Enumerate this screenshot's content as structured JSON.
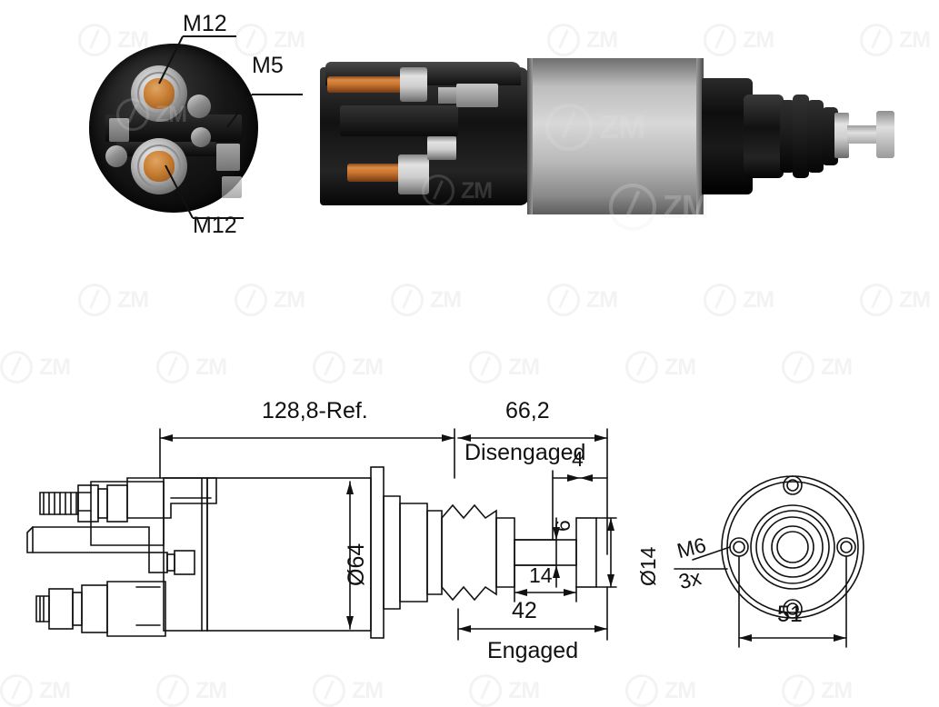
{
  "product": {
    "type": "starter-solenoid",
    "brand_watermark": "ZM"
  },
  "photo_labels": {
    "terminal_top": "M12",
    "terminal_bottom": "M12",
    "terminal_small": "M5"
  },
  "drawing": {
    "overall_length": "128,8-Ref.",
    "stroke_disengaged_value": "66,2",
    "stroke_disengaged_label": "Disengaged",
    "stroke_engaged_value": "42",
    "stroke_engaged_label": "Engaged",
    "body_diameter": "Ø64",
    "plunger_offset": "4",
    "shaft_height": "6",
    "shaft_length": "14",
    "end_diameter": "Ø14",
    "mount_thread": "M6",
    "mount_count": "3x",
    "bolt_circle": "51"
  },
  "colors": {
    "line": "#111111",
    "metal": "#bdbdbd",
    "copper": "#c8792f",
    "dark": "#101010",
    "watermark": "#3b3b3b"
  }
}
